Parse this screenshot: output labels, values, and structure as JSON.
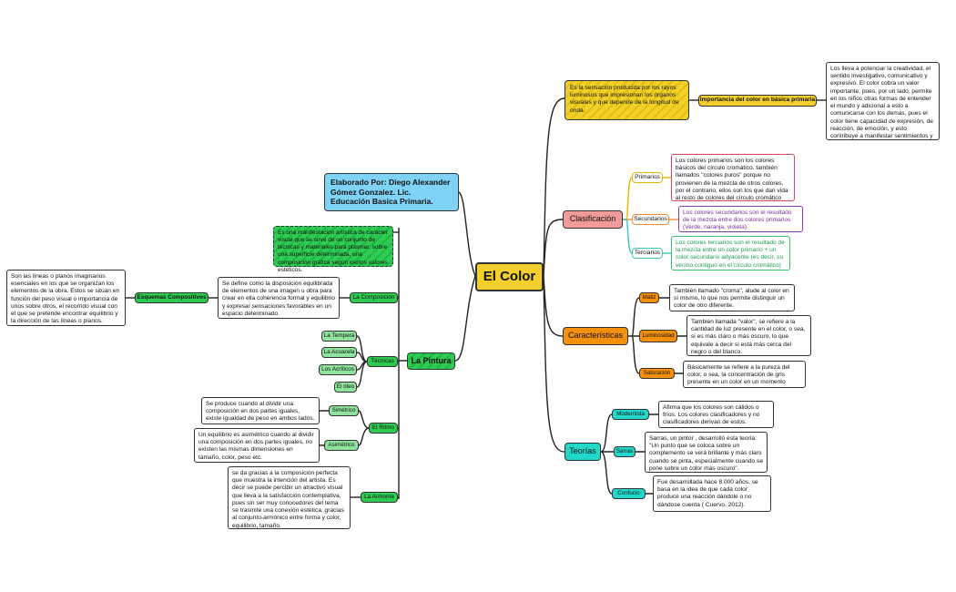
{
  "colors": {
    "yellow": "#f2cf2c",
    "pink": "#f29b9b",
    "orange": "#f5900c",
    "teal": "#22d8cb",
    "green": "#2fca52",
    "light_green": "#8fe39e",
    "blue": "#7fd3f7"
  },
  "central": {
    "title": "El Color"
  },
  "author": {
    "text": "Elaborado Por: Diego Alexander Gómez Gonzalez. Lic. Educación Basica Primaria."
  },
  "right": {
    "definition": {
      "text": "Es la sensación producida por los rayos luminosos que impresionan los órganos visuales y que depende de la longitud de onda.",
      "importance_label": "Importancia del color en básica primaria",
      "importance_text": "Los lleva a potenciar la creatividad, el sentido investigativo, comunicativo y expresivo. El color cobra un valor importante, pues, por un lado, permite en los niños otras formas de entender el mundo y adicional a esto a comunicarse con los demás, pues el color tiene capacidad de expresión, de reacción, de emoción, y esto contribuye a manifestar sentimientos y emociones."
    },
    "clasificacion": {
      "label": "Clasificación",
      "items": [
        {
          "label": "Primarios",
          "text": "Los colores primarios son los colores básicos del círculo cromático, también llamados \"colores puros\" porque no provienen de la mezcla de otros colores, por el contrario, ellos son los que dan vida al resto de colores del círculo cromático (amarillo, azul y rojo).",
          "color": "#e8b400"
        },
        {
          "label": "Secundarios",
          "text": "Los colores secundarios son el resultado de la mezcla entre dos colores primarios (Verde, naranja, violeta).",
          "color": "#f08a30"
        },
        {
          "label": "Terciarios",
          "text": "Los colores terciarios son el resultado de la mezcla entre un color primario + un color secundario adyacente (es decir, su vecino contiguo en el círculo cromático)",
          "color": "#3cc6b8"
        }
      ]
    },
    "caracteristicas": {
      "label": "Características",
      "items": [
        {
          "label": "Matiz",
          "text": "También llamado \"croma\", alude al color en sí mismo, lo que nos permite distinguir un color de otro diferente."
        },
        {
          "label": "Luminosidad",
          "text": "También llamada \"valor\", se refiere a la cantidad de luz presente en el color, o sea, si es más claro o más oscuro, lo que equivale a decir si está más cerca del negro o del blanco."
        },
        {
          "label": "Saturación",
          "text": "Básicamente se refiere a la pureza del color, o sea, la concentración de gris presente en un color en un momento determinado."
        }
      ]
    },
    "teorias": {
      "label": "Teorías",
      "items": [
        {
          "label": "Modernista",
          "text": "Afirma que los colores son cálidos o fríos. Los colores clasificadores y no clasificadores derivan de estos."
        },
        {
          "label": "Sarras",
          "text": "Sarras, un pintor , desarrolló esta teoría: \"Un punto que se coloca sobre un complemento se verá brillante y más claro cuando se pinta, especialmente cuando se pone sobre un color más oscuro\"."
        },
        {
          "label": "Confucio",
          "text": "Fue desarrollada hace 8.000 años, se basa en la idea de que cada color produce una reacción dándole o no dándose cuenta ( Cuervo, 2012)."
        }
      ]
    }
  },
  "left": {
    "pintura": {
      "label": "La Pintura",
      "definition": "Es una manifestación artística de carácter visual que se sirve de un conjunto de técnicas y materiales para plasmar, sobre una superficie determinada, una composición gráfica según ciertos valores estéticos.",
      "composicion": {
        "label": "La Composición",
        "text": "Se define como la disposición equilibrada de elementos de una imagen u obra para crear en ella coherencia formal y equilibrio y expresar sensaciones favorables en un espacio determinado.",
        "esquemas_label": "Esquemas Compositivos",
        "esquemas_text": "Son las líneas o planos imaginarios esenciales en los que se organizan los elementos de la obra. Estos se sitúan en función del peso visual o importancia de unos sobre otros, el recorrido visual con el que se pretende encontrar equilibrio y la dirección de las líneas o planos."
      },
      "tecnicas": {
        "label": "Técnicas",
        "items": [
          "La Tempera",
          "La Acuarela",
          "Los Acrílicos",
          "El óleo"
        ]
      },
      "ritmo": {
        "label": "El Ritmo",
        "items": [
          {
            "label": "Simétrico",
            "text": "Se produce cuando al dividir una composición en dos partes iguales, existe igualdad de peso en ambos lados."
          },
          {
            "label": "Asimétrico",
            "text": "Un equilibrio es asimétrico cuando al dividir una composición en dos partes iguales, no existen las mismas dimensiones en tamaño, color, peso etc."
          }
        ]
      },
      "armonia": {
        "label": "La Armonía",
        "text": "se da gracias a la composición perfecta que muestra la intención del artista. Es decir se puede percibir un atractivo visual que lleva a la satisfacción contemplativa, pues sin ser muy conocedores del tema se trasmite una conexión estética, gracias al conjunto-armónico entre forma y color, equilibrio, tamaño."
      }
    }
  }
}
